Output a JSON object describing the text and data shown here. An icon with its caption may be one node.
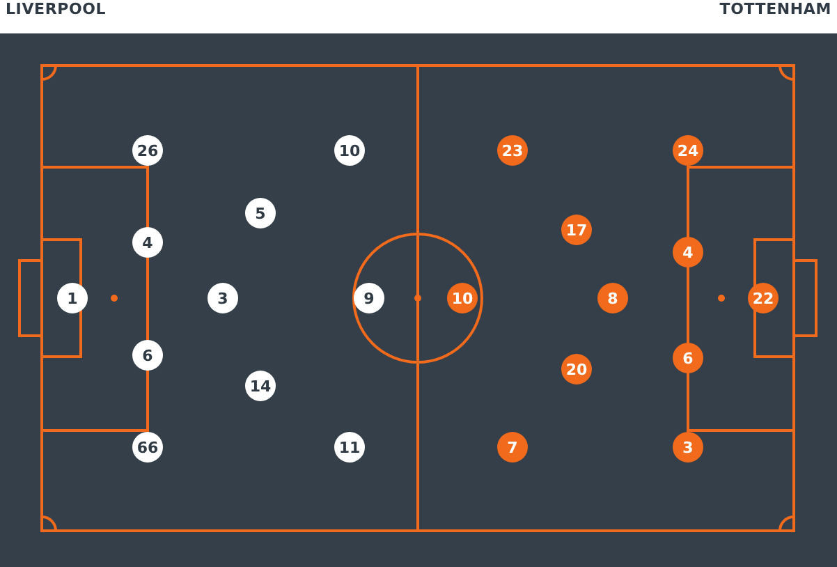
{
  "diagram": {
    "nodes": [
      {
        "text": [
          "1"
        ]
      },
      {
        "text": [
          "26"
        ]
      },
      {
        "text": [
          "4"
        ]
      },
      {
        "text": [
          "6"
        ]
      },
      {
        "text": [
          "66"
        ]
      },
      {
        "text": [
          "3"
        ]
      },
      {
        "text": [
          "5"
        ]
      },
      {
        "text": [
          "14"
        ]
      },
      {
        "text": [
          "10"
        ]
      },
      {
        "text": [
          "9"
        ]
      },
      {
        "text": [
          "11"
        ]
      },
      {
        "text": [
          "10"
        ]
      },
      {
        "text": [
          "23"
        ]
      },
      {
        "text": [
          "7"
        ]
      },
      {
        "text": [
          "17"
        ]
      },
      {
        "text": [
          "8"
        ]
      },
      {
        "text": [
          "20"
        ]
      },
      {
        "text": [
          "24"
        ]
      },
      {
        "text": [
          "4"
        ]
      },
      {
        "text": [
          "6"
        ]
      },
      {
        "text": [
          "3"
        ]
      },
      {
        "text": [
          "22"
        ]
      }
    ],
    "edges": [],
    "labels": [
      "LIVERPOOL",
      "TOTTENHAM"
    ]
  }
}
